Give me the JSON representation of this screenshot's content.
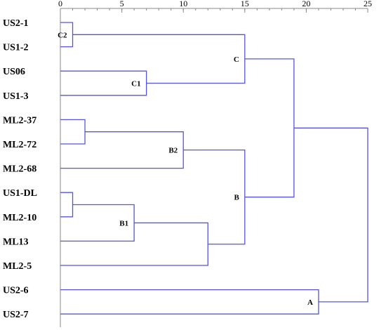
{
  "chart_data": {
    "type": "dendrogram",
    "axis": {
      "xlim": [
        0,
        25
      ],
      "ticks": [
        "0",
        "5",
        "10",
        "15",
        "20",
        "25"
      ],
      "tick_values": [
        0,
        5,
        10,
        15,
        20,
        25
      ]
    },
    "leaves": [
      "US2-1",
      "US1-2",
      "US06",
      "US1-3",
      "ML2-37",
      "ML2-72",
      "ML2-68",
      "US1-DL",
      "ML2-10",
      "ML13",
      "ML2-5",
      "US2-6",
      "US2-7"
    ],
    "merges": [
      {
        "id": "m_c2",
        "a": 0,
        "b": 1,
        "height": 1,
        "label": "C2"
      },
      {
        "id": "m_c1",
        "a": 2,
        "b": 3,
        "height": 7,
        "label": "C1"
      },
      {
        "id": "m_c",
        "a": "m_c2",
        "b": "m_c1",
        "height": 15,
        "label": "C"
      },
      {
        "id": "m_b2a",
        "a": 4,
        "b": 5,
        "height": 2,
        "label": ""
      },
      {
        "id": "m_b2",
        "a": "m_b2a",
        "b": 6,
        "height": 10,
        "label": "B2"
      },
      {
        "id": "m_b1a",
        "a": 7,
        "b": 8,
        "height": 1,
        "label": ""
      },
      {
        "id": "m_b1",
        "a": "m_b1a",
        "b": 9,
        "height": 6,
        "label": "B1"
      },
      {
        "id": "m_b1b",
        "a": "m_b1",
        "b": 10,
        "height": 12,
        "label": ""
      },
      {
        "id": "m_b",
        "a": "m_b2",
        "b": "m_b1b",
        "height": 15,
        "label": "B"
      },
      {
        "id": "m_cb",
        "a": "m_c",
        "b": "m_b",
        "height": 19,
        "label": ""
      },
      {
        "id": "m_a",
        "a": 11,
        "b": 12,
        "height": 21,
        "label": "A"
      },
      {
        "id": "m_root",
        "a": "m_cb",
        "b": "m_a",
        "height": 25,
        "label": ""
      }
    ],
    "colors": {
      "link": "#5555dd",
      "axis": "#888888"
    }
  }
}
